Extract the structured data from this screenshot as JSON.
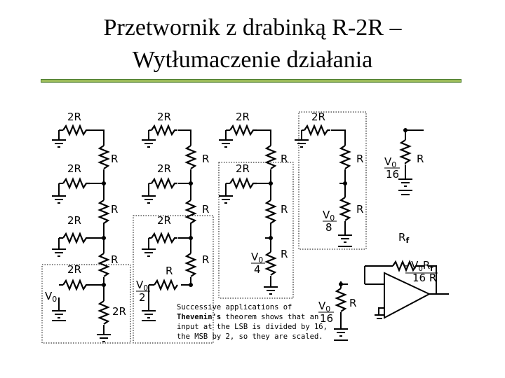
{
  "title": {
    "line1": "Przetwornik z drabinką R-2R –",
    "line2": "Wytłumaczenie działania"
  },
  "labels": {
    "r": "R",
    "two_r": "2R",
    "v0": "V",
    "v0_sub": "0",
    "div2": "2",
    "div4": "4",
    "div8": "8",
    "div16": "16",
    "rf": "R",
    "rf_sub": "f",
    "out_num_prefix": "- V",
    "out_num_sub": "0",
    "out_num_r": "R",
    "out_num_rsub": "f",
    "out_den": "16 R"
  },
  "caption": {
    "line1": "Successive applications of",
    "line2a": "Thevenin's",
    "line2b": " theorem shows that an",
    "line3": "input at the LSB is divided by 16,",
    "line4": "the MSB by 2, so they are scaled."
  }
}
